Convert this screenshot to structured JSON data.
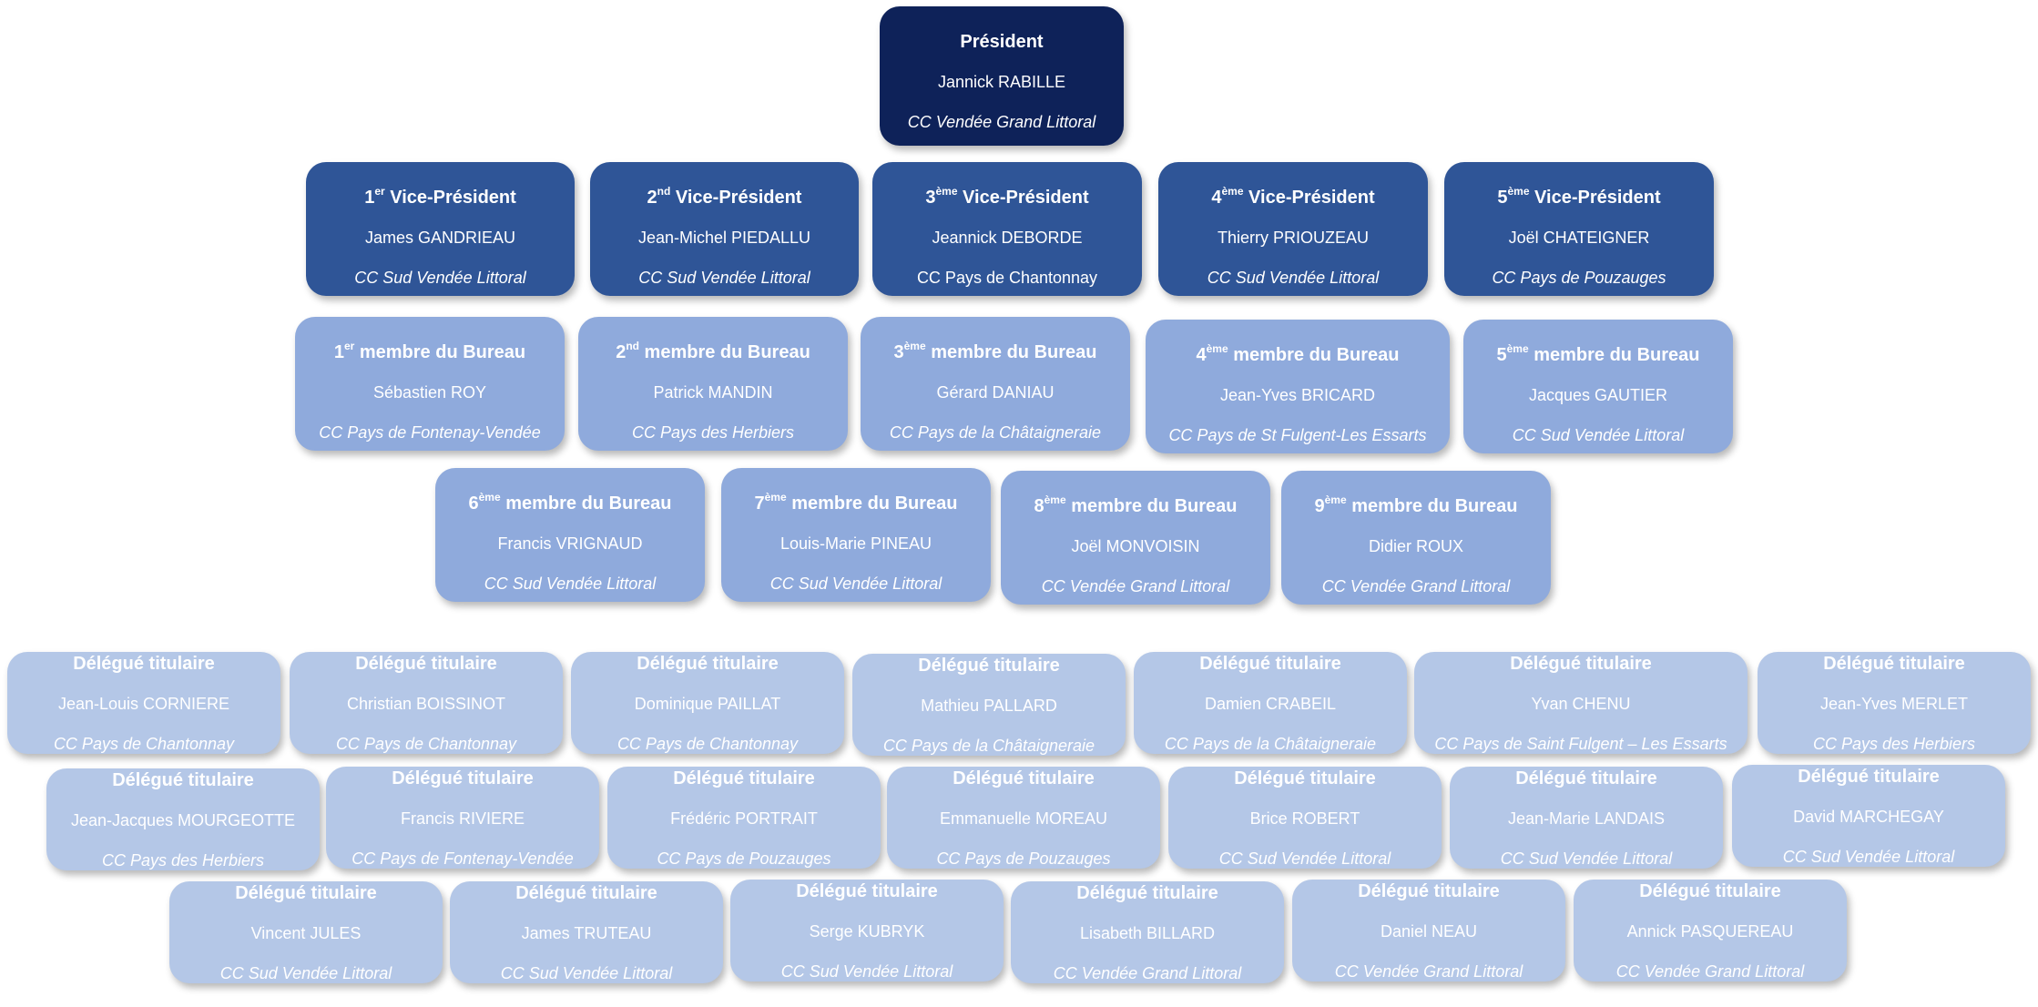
{
  "president": {
    "role": "Président",
    "sup": "",
    "name": "Jannick RABILLE",
    "org": "CC Vendée Grand Littoral"
  },
  "vice_presidents": [
    {
      "num": "1",
      "sup": "er",
      "role": " Vice-Président",
      "name": "James GANDRIEAU",
      "org": "CC Sud Vendée Littoral",
      "italic": true
    },
    {
      "num": "2",
      "sup": "nd",
      "role": " Vice-Président",
      "name": "Jean-Michel PIEDALLU",
      "org": "CC Sud Vendée Littoral",
      "italic": true
    },
    {
      "num": "3",
      "sup": "ème",
      "role": " Vice-Président",
      "name": "Jeannick DEBORDE",
      "org": "CC Pays de Chantonnay",
      "italic": false
    },
    {
      "num": "4",
      "sup": "ème",
      "role": " Vice-Président",
      "name": "Thierry PRIOUZEAU",
      "org": "CC Sud Vendée Littoral",
      "italic": true
    },
    {
      "num": "5",
      "sup": "ème",
      "role": " Vice-Président",
      "name": "Joël CHATEIGNER",
      "org": "CC Pays de Pouzauges",
      "italic": true
    }
  ],
  "bureau_row1": [
    {
      "num": "1",
      "sup": "er",
      "role": " membre du Bureau",
      "name": "Sébastien ROY",
      "org": "CC Pays de Fontenay-Vendée"
    },
    {
      "num": "2",
      "sup": "nd",
      "role": " membre du Bureau",
      "name": "Patrick MANDIN",
      "org": "CC Pays des Herbiers"
    },
    {
      "num": "3",
      "sup": "ème",
      "role": " membre du Bureau",
      "name": "Gérard DANIAU",
      "org": "CC Pays de la Châtaigneraie"
    },
    {
      "num": "4",
      "sup": "ème",
      "role": " membre du Bureau",
      "name": "Jean-Yves BRICARD",
      "org": "CC Pays de St Fulgent-Les Essarts"
    },
    {
      "num": "5",
      "sup": "ème",
      "role": " membre du Bureau",
      "name": "Jacques GAUTIER",
      "org": "CC Sud Vendée Littoral"
    }
  ],
  "bureau_row2": [
    {
      "num": "6",
      "sup": "ème",
      "role": " membre du Bureau",
      "name": "Francis VRIGNAUD",
      "org": "CC Sud Vendée Littoral"
    },
    {
      "num": "7",
      "sup": "ème",
      "role": " membre du Bureau",
      "name": "Louis-Marie PINEAU",
      "org": "CC Sud Vendée Littoral"
    },
    {
      "num": "8",
      "sup": "ème",
      "role": " membre du Bureau",
      "name": "Joël MONVOISIN",
      "org": "CC Vendée Grand Littoral"
    },
    {
      "num": "9",
      "sup": "ème",
      "role": " membre du Bureau",
      "name": "Didier ROUX",
      "org": "CC Vendée Grand Littoral"
    }
  ],
  "delegates_row1": [
    {
      "role": "Délégué titulaire",
      "name": "Jean-Louis CORNIERE",
      "org": "CC Pays de Chantonnay"
    },
    {
      "role": "Délégué titulaire",
      "name": "Christian BOISSINOT",
      "org": "CC Pays de Chantonnay"
    },
    {
      "role": "Délégué titulaire",
      "name": "Dominique PAILLAT",
      "org": "CC Pays de Chantonnay"
    },
    {
      "role": "Délégué titulaire",
      "name": "Mathieu PALLARD",
      "org": "CC Pays de la Châtaigneraie"
    },
    {
      "role": "Délégué titulaire",
      "name": "Damien CRABEIL",
      "org": "CC Pays de la Châtaigneraie"
    },
    {
      "role": "Délégué titulaire",
      "name": "Yvan CHENU",
      "org": "CC Pays de Saint Fulgent – Les Essarts"
    },
    {
      "role": "Délégué titulaire",
      "name": "Jean-Yves MERLET",
      "org": "CC Pays des Herbiers"
    }
  ],
  "delegates_row2": [
    {
      "role": "Délégué titulaire",
      "name": "Jean-Jacques MOURGEOTTE",
      "org": "CC Pays des Herbiers"
    },
    {
      "role": "Délégué titulaire",
      "name": "Francis RIVIERE",
      "org": "CC Pays de Fontenay-Vendée"
    },
    {
      "role": "Délégué titulaire",
      "name": "Frédéric PORTRAIT",
      "org": "CC Pays de Pouzauges"
    },
    {
      "role": "Délégué titulaire",
      "name": "Emmanuelle MOREAU",
      "org": "CC Pays de Pouzauges"
    },
    {
      "role": "Délégué titulaire",
      "name": "Brice ROBERT",
      "org": "CC Sud Vendée Littoral"
    },
    {
      "role": "Délégué titulaire",
      "name": "Jean-Marie LANDAIS",
      "org": "CC Sud Vendée Littoral"
    },
    {
      "role": "Délégué titulaire",
      "name": "David MARCHEGAY",
      "org": "CC Sud Vendée Littoral"
    }
  ],
  "delegates_row3": [
    {
      "role": "Délégué titulaire",
      "name": "Vincent JULES",
      "org": "CC Sud Vendée Littoral"
    },
    {
      "role": "Délégué titulaire",
      "name": "James TRUTEAU",
      "org": "CC Sud Vendée Littoral"
    },
    {
      "role": "Délégué titulaire",
      "name": "Serge KUBRYK",
      "org": "CC Sud Vendée Littoral"
    },
    {
      "role": "Délégué titulaire",
      "name": "Lisabeth BILLARD",
      "org": "CC Vendée Grand Littoral"
    },
    {
      "role": "Délégué titulaire",
      "name": "Daniel NEAU",
      "org": "CC Vendée Grand Littoral"
    },
    {
      "role": "Délégué titulaire",
      "name": "Annick PASQUEREAU",
      "org": "CC Vendée Grand Littoral"
    }
  ],
  "colors": {
    "president": "#0e2259",
    "vice_president": "#2f5597",
    "bureau": "#8faadc",
    "delegate": "#b4c7e7"
  }
}
